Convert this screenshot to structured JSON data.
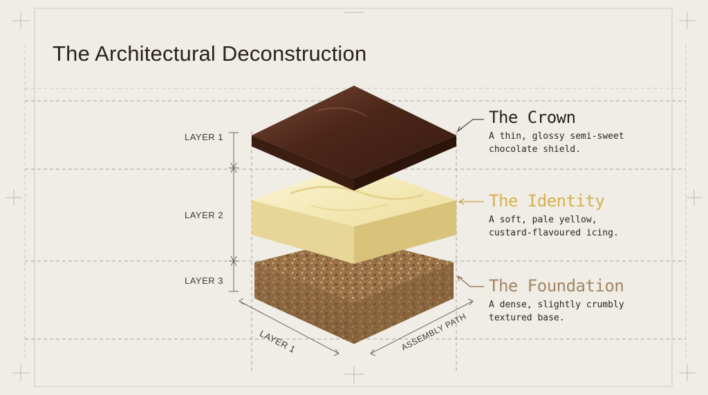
{
  "title": "The Architectural Deconstruction",
  "layers": [
    {
      "tag": "LAYER 1",
      "name": "The Crown",
      "desc": "A thin, glossy semi-sweet\nchocolate shield.",
      "color": "#2a211b"
    },
    {
      "tag": "LAYER 2",
      "name": "The Identity",
      "desc": "A soft, pale yellow,\ncustard-flavoured icing.",
      "color": "#d8b55a"
    },
    {
      "tag": "LAYER 3",
      "name": "The Foundation",
      "desc": "A dense, slightly crumbly\ntextured base.",
      "color": "#a48563"
    }
  ],
  "bottom_labels": {
    "left": "LAYER 1",
    "right": "ASSEMBLY PATH"
  },
  "colors": {
    "background": "#efede6",
    "chocolate": "#5a2e1e",
    "custard": "#f3e9b8",
    "base": "#9b7447",
    "guide_line": "#8d8a84"
  },
  "icons": [
    "chocolate-layer-icon",
    "custard-layer-icon",
    "crumb-base-icon",
    "leader-arrow-icon"
  ]
}
